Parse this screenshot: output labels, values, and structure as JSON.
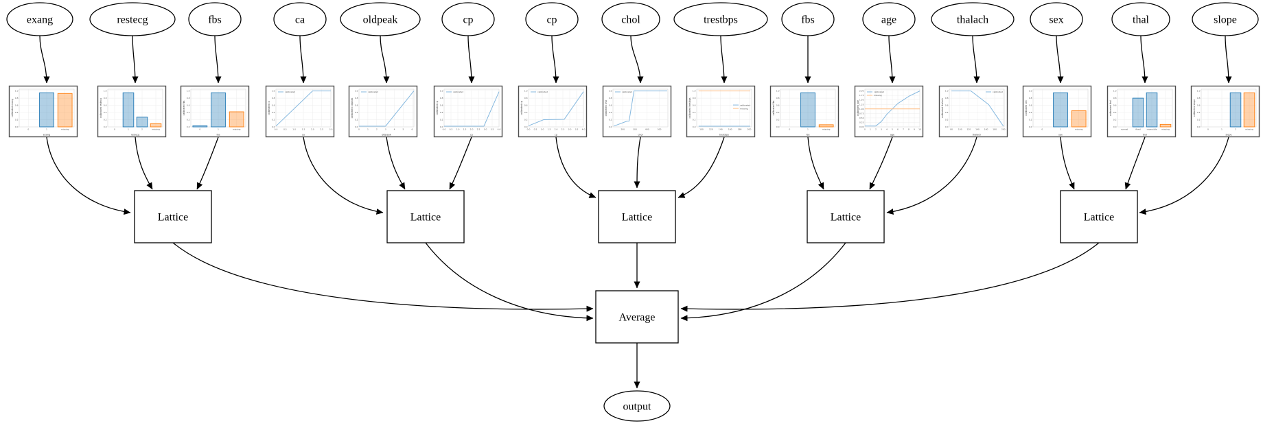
{
  "diagram": {
    "combiner_label": "Average",
    "output_label": "output",
    "lattice_label": "Lattice",
    "lattice_count": 5,
    "colors": {
      "node_stroke": "#000000",
      "edge": "#000000",
      "chart_frame": "#4d4d4d",
      "bar_blue": "#1f77b4",
      "bar_orange": "#ff7f0e",
      "line_blue": "#85b8df",
      "line_orange": "#ffbe86",
      "grid": "#e8e8e8"
    }
  },
  "chart_data": [
    {
      "node_label": "exang",
      "xlabel": "exang",
      "ylabel": "calibrated exang",
      "lattice": 0,
      "type": "bar",
      "categories": [
        "0",
        "1",
        "missing"
      ],
      "values": [
        0.0,
        0.95,
        0.93
      ],
      "missing_index": 2,
      "yticks": [
        "0.0",
        "0.2",
        "0.4",
        "0.6",
        "0.8",
        "1.0"
      ],
      "ylim": [
        0,
        1.05
      ],
      "legend": [],
      "legend_pos": ""
    },
    {
      "node_label": "restecg",
      "xlabel": "restecg",
      "ylabel": "calibrated restecg",
      "lattice": 0,
      "type": "bar",
      "categories": [
        "0",
        "1",
        "2",
        "missing"
      ],
      "values": [
        0.0,
        0.95,
        0.27,
        0.09
      ],
      "missing_index": 3,
      "yticks": [
        "0.0",
        "0.2",
        "0.4",
        "0.6",
        "0.8",
        "1.0"
      ],
      "ylim": [
        0,
        1.05
      ],
      "legend": [],
      "legend_pos": ""
    },
    {
      "node_label": "fbs",
      "xlabel": "fbs",
      "ylabel": "calibrated fbs",
      "lattice": 0,
      "type": "bar",
      "categories": [
        "0",
        "1",
        "missing"
      ],
      "values": [
        0.03,
        0.95,
        0.42
      ],
      "missing_index": 2,
      "yticks": [
        "0.0",
        "0.2",
        "0.4",
        "0.6",
        "0.8",
        "1.0"
      ],
      "ylim": [
        0,
        1.05
      ],
      "legend": [],
      "legend_pos": ""
    },
    {
      "node_label": "ca",
      "xlabel": "ca",
      "ylabel": "calibrated ca",
      "lattice": 1,
      "type": "line",
      "series": [
        {
          "name": "calibrated",
          "x": [
            0,
            2,
            3
          ],
          "y": [
            0.02,
            1.0,
            1.0
          ]
        }
      ],
      "xlim": [
        0,
        3
      ],
      "ylim": [
        0,
        1.05
      ],
      "xticks": [
        "0.0",
        "0.5",
        "1.0",
        "1.5",
        "2.0",
        "2.5",
        "3.0"
      ],
      "xtick_vals": [
        0,
        0.5,
        1,
        1.5,
        2,
        2.5,
        3
      ],
      "yticks": [
        "0.0",
        "0.2",
        "0.4",
        "0.6",
        "0.8",
        "1.0"
      ],
      "legend": [
        "calibrated"
      ],
      "legend_pos": "top-left"
    },
    {
      "node_label": "oldpeak",
      "xlabel": "oldpeak",
      "ylabel": "calibrated oldpeak",
      "lattice": 1,
      "type": "line",
      "series": [
        {
          "name": "calibrated",
          "x": [
            0,
            3,
            6.2
          ],
          "y": [
            0.02,
            0.02,
            1.0
          ]
        }
      ],
      "xlim": [
        0,
        6.2
      ],
      "ylim": [
        0,
        1.05
      ],
      "xticks": [
        "0",
        "1",
        "2",
        "3",
        "4",
        "5",
        "6"
      ],
      "xtick_vals": [
        0,
        1,
        2,
        3,
        4,
        5,
        6
      ],
      "yticks": [
        "0.0",
        "0.2",
        "0.4",
        "0.6",
        "0.8",
        "1.0"
      ],
      "legend": [
        "calibrated"
      ],
      "legend_pos": "top-left"
    },
    {
      "node_label": "cp",
      "xlabel": "cp",
      "ylabel": "calibrated cp",
      "lattice": 1,
      "type": "line",
      "series": [
        {
          "name": "calibrated",
          "x": [
            0,
            2.9,
            4
          ],
          "y": [
            0.02,
            0.02,
            0.98
          ]
        }
      ],
      "xlim": [
        0,
        4
      ],
      "ylim": [
        0,
        1.05
      ],
      "xticks": [
        "0.0",
        "0.5",
        "1.0",
        "1.5",
        "2.0",
        "2.5",
        "3.0",
        "3.5",
        "4.0"
      ],
      "xtick_vals": [
        0,
        0.5,
        1,
        1.5,
        2,
        2.5,
        3,
        3.5,
        4
      ],
      "yticks": [
        "0.0",
        "0.2",
        "0.4",
        "0.6",
        "0.8",
        "1.0"
      ],
      "legend": [
        "calibrated"
      ],
      "legend_pos": "top-left"
    },
    {
      "node_label": "cp",
      "xlabel": "cp",
      "ylabel": "calibrated cp",
      "lattice": 2,
      "type": "line",
      "series": [
        {
          "name": "calibrated",
          "x": [
            0,
            1.1,
            2.6,
            4
          ],
          "y": [
            0.03,
            0.2,
            0.21,
            0.98
          ]
        }
      ],
      "xlim": [
        0,
        4
      ],
      "ylim": [
        0,
        1.05
      ],
      "xticks": [
        "0.0",
        "0.5",
        "1.0",
        "1.5",
        "2.0",
        "2.5",
        "3.0",
        "3.5",
        "4.0"
      ],
      "xtick_vals": [
        0,
        0.5,
        1,
        1.5,
        2,
        2.5,
        3,
        3.5,
        4
      ],
      "yticks": [
        "0.0",
        "0.2",
        "0.4",
        "0.6",
        "0.8",
        "1.0"
      ],
      "legend": [
        "calibrated"
      ],
      "legend_pos": "top-left"
    },
    {
      "node_label": "chol",
      "xlabel": "chol",
      "ylabel": "calibrated chol",
      "lattice": 2,
      "type": "line",
      "series": [
        {
          "name": "calibrated",
          "x": [
            126,
            235,
            252,
            292,
            564
          ],
          "y": [
            0.02,
            0.16,
            0.16,
            1.0,
            1.0
          ]
        }
      ],
      "xlim": [
        120,
        570
      ],
      "ylim": [
        0,
        1.05
      ],
      "xticks": [
        "200",
        "300",
        "400",
        "500"
      ],
      "xtick_vals": [
        200,
        300,
        400,
        500
      ],
      "yticks": [
        "0.0",
        "0.2",
        "0.4",
        "0.6",
        "0.8",
        "1.0"
      ],
      "legend": [
        "calibrated"
      ],
      "legend_pos": "top-left"
    },
    {
      "node_label": "trestbps",
      "xlabel": "trestbps",
      "ylabel": "calibrated trestbps",
      "lattice": 2,
      "type": "line",
      "series": [
        {
          "name": "calibrated",
          "x": [
            94,
            202
          ],
          "y": [
            0.02,
            0.02
          ]
        },
        {
          "name": "missing",
          "x": [
            94,
            202
          ],
          "y": [
            1.0,
            1.0
          ]
        }
      ],
      "xlim": [
        90,
        205
      ],
      "ylim": [
        0,
        1.05
      ],
      "xticks": [
        "100",
        "120",
        "140",
        "160",
        "180",
        "200"
      ],
      "xtick_vals": [
        100,
        120,
        140,
        160,
        180,
        200
      ],
      "yticks": [
        "0.0",
        "0.2",
        "0.4",
        "0.6",
        "0.8",
        "1.0"
      ],
      "legend": [
        "calibrated",
        "missing"
      ],
      "legend_pos": "center-right"
    },
    {
      "node_label": "fbs",
      "xlabel": "fbs",
      "ylabel": "calibrated fbs",
      "lattice": 3,
      "type": "bar",
      "categories": [
        "0",
        "1",
        "missing"
      ],
      "values": [
        0.0,
        0.95,
        0.06
      ],
      "missing_index": 2,
      "yticks": [
        "0.0",
        "0.2",
        "0.4",
        "0.6",
        "0.8",
        "1.0"
      ],
      "ylim": [
        0,
        1.05
      ],
      "legend": [],
      "legend_pos": ""
    },
    {
      "node_label": "age",
      "xlabel": "age",
      "ylabel": "calibrated age",
      "lattice": 3,
      "type": "line",
      "series": [
        {
          "name": "calibrated",
          "x": [
            0,
            2,
            3,
            4,
            5,
            6,
            8,
            10
          ],
          "y": [
            0.05,
            0.05,
            0.3,
            0.7,
            1.0,
            1.3,
            1.7,
            2.0
          ]
        },
        {
          "name": "missing",
          "x": [
            0,
            10
          ],
          "y": [
            1.0,
            1.0
          ]
        }
      ],
      "xlim": [
        0,
        10
      ],
      "ylim": [
        0,
        2.1
      ],
      "xticks": [
        "0",
        "1",
        "2",
        "3",
        "4",
        "5",
        "6",
        "7",
        "8",
        "9",
        "10"
      ],
      "xtick_vals": [
        0,
        1,
        2,
        3,
        4,
        5,
        6,
        7,
        8,
        9,
        10
      ],
      "yticks": [
        "0.00",
        "0.25",
        "0.50",
        "0.75",
        "1.00",
        "1.25",
        "1.50",
        "1.75",
        "2.00"
      ],
      "legend": [
        "calibrated",
        "missing"
      ],
      "legend_pos": "top-left"
    },
    {
      "node_label": "thalach",
      "xlabel": "thalach",
      "ylabel": "calibrated thalach",
      "lattice": 3,
      "type": "line",
      "series": [
        {
          "name": "calibrated",
          "x": [
            80,
            125,
            166,
            200
          ],
          "y": [
            1.0,
            1.0,
            0.62,
            0.02
          ]
        }
      ],
      "xlim": [
        75,
        202
      ],
      "ylim": [
        0,
        1.05
      ],
      "xticks": [
        "80",
        "100",
        "120",
        "140",
        "160",
        "180",
        "200"
      ],
      "xtick_vals": [
        80,
        100,
        120,
        140,
        160,
        180,
        200
      ],
      "yticks": [
        "0.0",
        "0.2",
        "0.4",
        "0.6",
        "0.8",
        "1.0"
      ],
      "legend": [
        "calibrated"
      ],
      "legend_pos": "top-right"
    },
    {
      "node_label": "sex",
      "xlabel": "sex",
      "ylabel": "calibrated sex",
      "lattice": 4,
      "type": "bar",
      "categories": [
        "0",
        "1",
        "missing"
      ],
      "values": [
        0.0,
        0.95,
        0.45
      ],
      "missing_index": 2,
      "yticks": [
        "0.0",
        "0.2",
        "0.4",
        "0.6",
        "0.8",
        "1.0"
      ],
      "ylim": [
        0,
        1.05
      ],
      "legend": [],
      "legend_pos": ""
    },
    {
      "node_label": "thal",
      "xlabel": "thal",
      "ylabel": "calibrated thal",
      "lattice": 4,
      "type": "bar",
      "categories": [
        "normal",
        "fixed",
        "reversible",
        "missing"
      ],
      "values": [
        0.0,
        0.8,
        0.95,
        0.07
      ],
      "missing_index": 3,
      "yticks": [
        "0.0",
        "0.2",
        "0.4",
        "0.6",
        "0.8",
        "1.0"
      ],
      "ylim": [
        0,
        1.05
      ],
      "legend": [],
      "legend_pos": ""
    },
    {
      "node_label": "slope",
      "xlabel": "slope",
      "ylabel": "calibrated slope",
      "lattice": 4,
      "type": "bar",
      "categories": [
        "0",
        "1",
        "2",
        "missing"
      ],
      "values": [
        0.0,
        0.0,
        0.95,
        0.95
      ],
      "missing_index": 3,
      "yticks": [
        "0.0",
        "0.2",
        "0.4",
        "0.6",
        "0.8",
        "1.0"
      ],
      "ylim": [
        0,
        1.05
      ],
      "legend": [],
      "legend_pos": ""
    }
  ]
}
